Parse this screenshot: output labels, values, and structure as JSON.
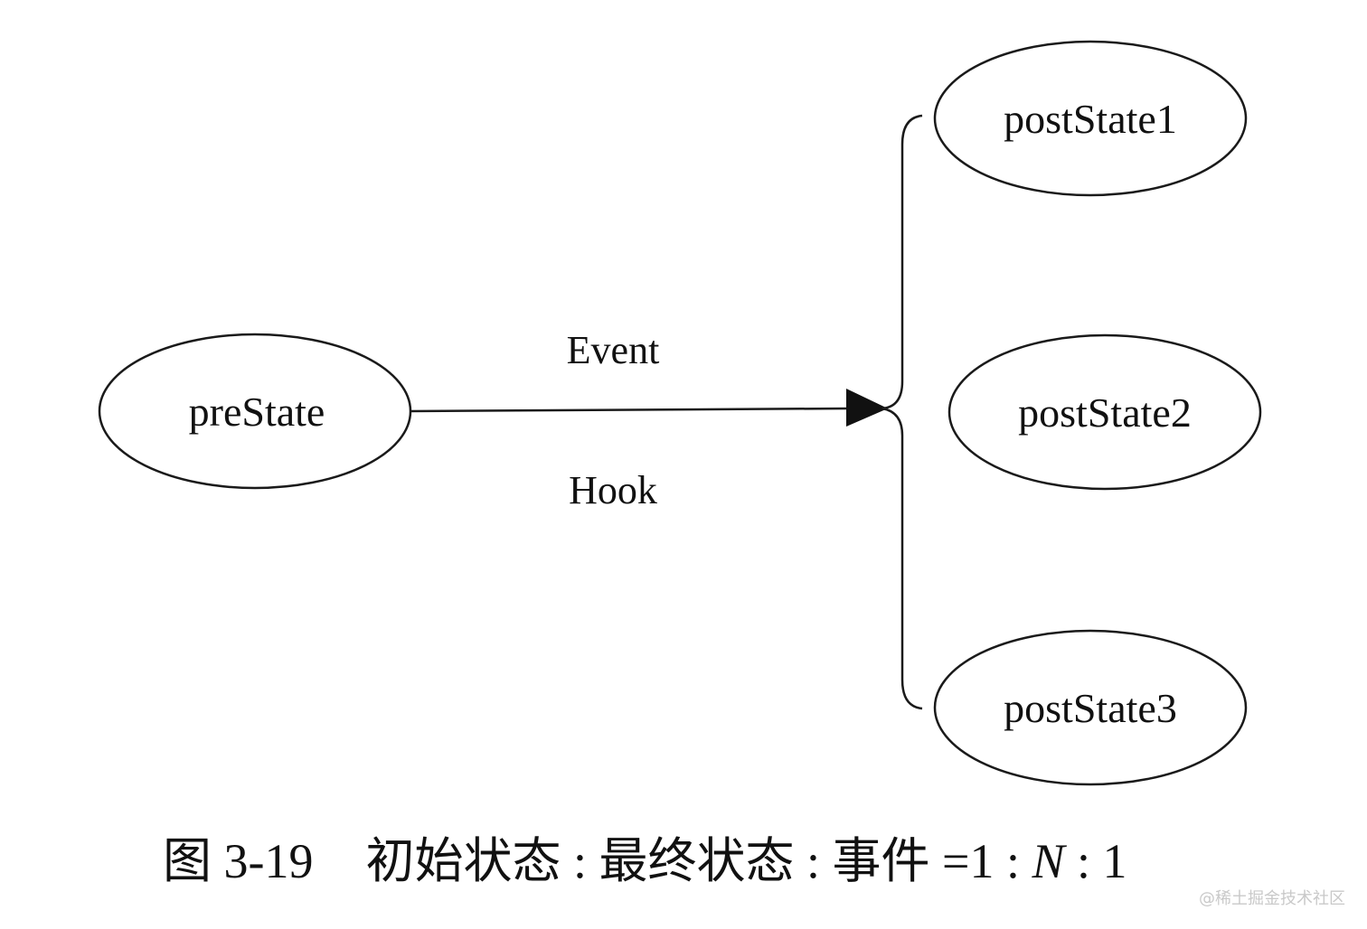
{
  "diagram": {
    "source_node": {
      "label": "preState"
    },
    "target_nodes": [
      {
        "label": "postState1"
      },
      {
        "label": "postState2"
      },
      {
        "label": "postState3"
      }
    ],
    "edge": {
      "label_above": "Event",
      "label_below": "Hook"
    }
  },
  "caption": {
    "figure_number": "图 3-19",
    "text_prefix": "初始状态 : 最终状态 : 事件 =1 : ",
    "italic_part": "N",
    "text_suffix": " : 1"
  },
  "watermark": "@稀土掘金技术社区"
}
